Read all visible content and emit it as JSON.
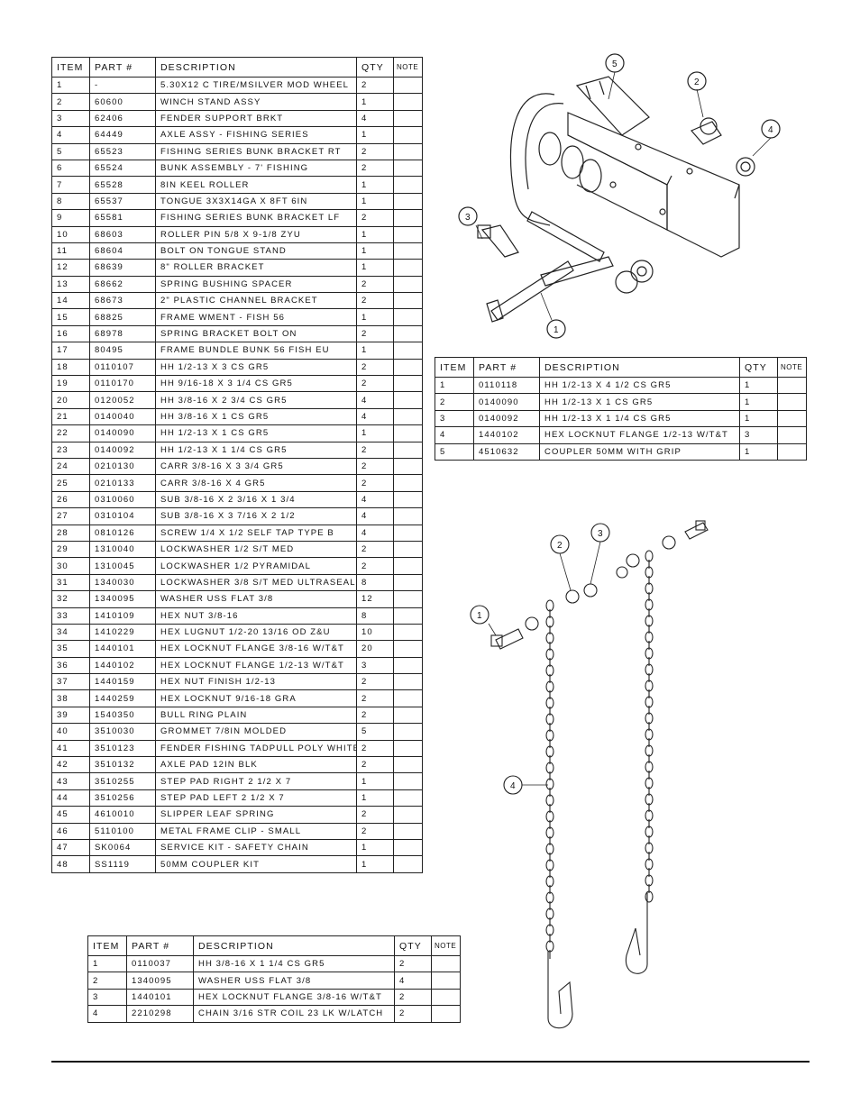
{
  "columns": {
    "item": "ITEM",
    "part": "PART #",
    "description": "DESCRIPTION",
    "qty": "QTY",
    "note": "NOTE"
  },
  "main_table": [
    [
      "1",
      "-",
      "5.30X12 C TIRE/MSILVER MOD WHEEL",
      "2"
    ],
    [
      "2",
      "60600",
      "WINCH STAND ASSY",
      "1"
    ],
    [
      "3",
      "62406",
      "FENDER SUPPORT BRKT",
      "4"
    ],
    [
      "4",
      "64449",
      "AXLE ASSY - FISHING SERIES",
      "1"
    ],
    [
      "5",
      "65523",
      "FISHING SERIES BUNK BRACKET RT",
      "2"
    ],
    [
      "6",
      "65524",
      "BUNK ASSEMBLY - 7' FISHING",
      "2"
    ],
    [
      "7",
      "65528",
      "8IN KEEL ROLLER",
      "1"
    ],
    [
      "8",
      "65537",
      "TONGUE 3X3X14GA X 8FT 6IN",
      "1"
    ],
    [
      "9",
      "65581",
      "FISHING SERIES BUNK BRACKET LF",
      "2"
    ],
    [
      "10",
      "68603",
      "ROLLER PIN 5/8 X 9-1/8 ZYU",
      "1"
    ],
    [
      "11",
      "68604",
      "BOLT ON TONGUE STAND",
      "1"
    ],
    [
      "12",
      "68639",
      "8\" ROLLER BRACKET",
      "1"
    ],
    [
      "13",
      "68662",
      "SPRING BUSHING SPACER",
      "2"
    ],
    [
      "14",
      "68673",
      "2\" PLASTIC CHANNEL BRACKET",
      "2"
    ],
    [
      "15",
      "68825",
      "FRAME WMENT  - FISH 56",
      "1"
    ],
    [
      "16",
      "68978",
      "SPRING BRACKET BOLT ON",
      "2"
    ],
    [
      "17",
      "80495",
      "FRAME BUNDLE BUNK 56 FISH EU",
      "1"
    ],
    [
      "18",
      "0110107",
      "HH 1/2-13 X 3 CS GR5",
      "2"
    ],
    [
      "19",
      "0110170",
      "HH 9/16-18 X 3 1/4 CS GR5",
      "2"
    ],
    [
      "20",
      "0120052",
      "HH 3/8-16 X 2 3/4 CS GR5",
      "4"
    ],
    [
      "21",
      "0140040",
      "HH 3/8-16 X 1 CS GR5",
      "4"
    ],
    [
      "22",
      "0140090",
      "HH 1/2-13 X 1 CS GR5",
      "1"
    ],
    [
      "23",
      "0140092",
      "HH 1/2-13 X 1 1/4 CS GR5",
      "2"
    ],
    [
      "24",
      "0210130",
      "CARR 3/8-16 X 3 3/4 GR5",
      "2"
    ],
    [
      "25",
      "0210133",
      "CARR 3/8-16 X 4 GR5",
      "2"
    ],
    [
      "26",
      "0310060",
      "SUB 3/8-16 X 2 3/16 X 1 3/4",
      "4"
    ],
    [
      "27",
      "0310104",
      "SUB 3/8-16 X 3 7/16 X 2 1/2",
      "4"
    ],
    [
      "28",
      "0810126",
      "SCREW 1/4 X 1/2 SELF TAP TYPE B",
      "4"
    ],
    [
      "29",
      "1310040",
      "LOCKWASHER 1/2 S/T MED",
      "2"
    ],
    [
      "30",
      "1310045",
      "LOCKWASHER 1/2 PYRAMIDAL",
      "2"
    ],
    [
      "31",
      "1340030",
      "LOCKWASHER 3/8 S/T MED ULTRASEAL",
      "8"
    ],
    [
      "32",
      "1340095",
      "WASHER USS FLAT 3/8",
      "12"
    ],
    [
      "33",
      "1410109",
      "HEX NUT 3/8-16",
      "8"
    ],
    [
      "34",
      "1410229",
      "HEX LUGNUT 1/2-20 13/16 OD Z&U",
      "10"
    ],
    [
      "35",
      "1440101",
      "HEX LOCKNUT FLANGE 3/8-16 W/T&T",
      "20"
    ],
    [
      "36",
      "1440102",
      "HEX LOCKNUT FLANGE 1/2-13 W/T&T",
      "3"
    ],
    [
      "37",
      "1440159",
      "HEX NUT FINISH 1/2-13",
      "2"
    ],
    [
      "38",
      "1440259",
      "HEX LOCKNUT 9/16-18 GRA",
      "2"
    ],
    [
      "39",
      "1540350",
      "BULL RING PLAIN",
      "2"
    ],
    [
      "40",
      "3510030",
      "GROMMET  7/8IN MOLDED",
      "5"
    ],
    [
      "41",
      "3510123",
      "FENDER  FISHING TADPULL POLY WHITE",
      "2"
    ],
    [
      "42",
      "3510132",
      "AXLE PAD 12IN  BLK",
      "2"
    ],
    [
      "43",
      "3510255",
      "STEP PAD  RIGHT  2 1/2 X  7",
      "1"
    ],
    [
      "44",
      "3510256",
      "STEP PAD  LEFT  2 1/2 X  7",
      "1"
    ],
    [
      "45",
      "4610010",
      "SLIPPER LEAF SPRING",
      "2"
    ],
    [
      "46",
      "5110100",
      "METAL FRAME CLIP - SMALL",
      "2"
    ],
    [
      "47",
      "SK0064",
      "SERVICE KIT - SAFETY CHAIN",
      "1"
    ],
    [
      "48",
      "SS1119",
      "50MM COUPLER KIT",
      "1"
    ]
  ],
  "coupler_table": [
    [
      "1",
      "0110118",
      "HH 1/2-13 X 4 1/2 CS GR5",
      "1"
    ],
    [
      "2",
      "0140090",
      "HH 1/2-13 X 1 CS GR5",
      "1"
    ],
    [
      "3",
      "0140092",
      "HH 1/2-13 X 1 1/4 CS GR5",
      "1"
    ],
    [
      "4",
      "1440102",
      "HEX LOCKNUT FLANGE 1/2-13 W/T&T",
      "3"
    ],
    [
      "5",
      "4510632",
      "COUPLER 50MM WITH GRIP",
      "1"
    ]
  ],
  "chain_table": [
    [
      "1",
      "0110037",
      "HH 3/8-16 X 1 1/4 CS GR5",
      "2"
    ],
    [
      "2",
      "1340095",
      "WASHER USS FLAT 3/8",
      "4"
    ],
    [
      "3",
      "1440101",
      "HEX LOCKNUT FLANGE 3/8-16 W/T&T",
      "2"
    ],
    [
      "4",
      "2210298",
      "CHAIN 3/16 STR COIL 23 LK W/LATCH",
      "2"
    ]
  ],
  "coupler_callouts": [
    "1",
    "2",
    "3",
    "4",
    "5"
  ],
  "chain_callouts": [
    "1",
    "2",
    "3",
    "4"
  ]
}
